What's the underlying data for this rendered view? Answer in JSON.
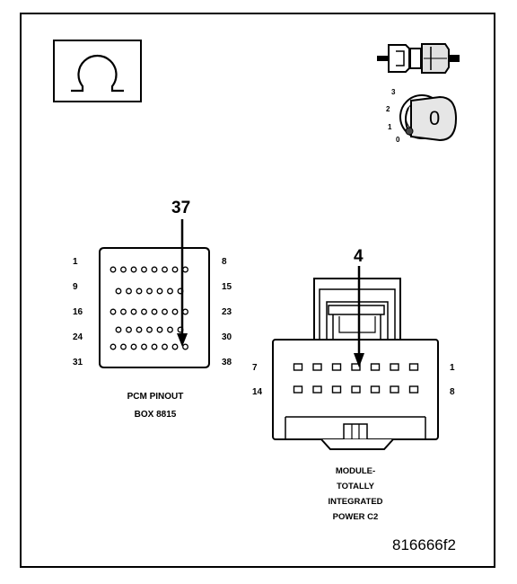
{
  "pcm": {
    "callout": "37",
    "rows": [
      {
        "left": "1",
        "right": "8"
      },
      {
        "left": "9",
        "right": "15"
      },
      {
        "left": "16",
        "right": "23"
      },
      {
        "left": "24",
        "right": "30"
      },
      {
        "left": "31",
        "right": "38"
      }
    ],
    "caption_line1": "PCM PINOUT",
    "caption_line2": "BOX 8815"
  },
  "module": {
    "callout": "4",
    "row1_left": "7",
    "row1_right": "1",
    "row2_left": "14",
    "row2_right": "8",
    "caption_lines": [
      "MODULE-",
      "TOTALLY",
      "INTEGRATED",
      "POWER C2"
    ]
  },
  "ignition": {
    "positions": [
      "3",
      "2",
      "1",
      "0"
    ],
    "key_label": "0"
  },
  "figure_id": "816666f2",
  "icons": [
    "omega-icon",
    "connector-plug-icon",
    "ignition-key-icon"
  ],
  "colors": {
    "line": "#000000",
    "fill": "#ffffff",
    "shade": "#d0d0d0"
  }
}
